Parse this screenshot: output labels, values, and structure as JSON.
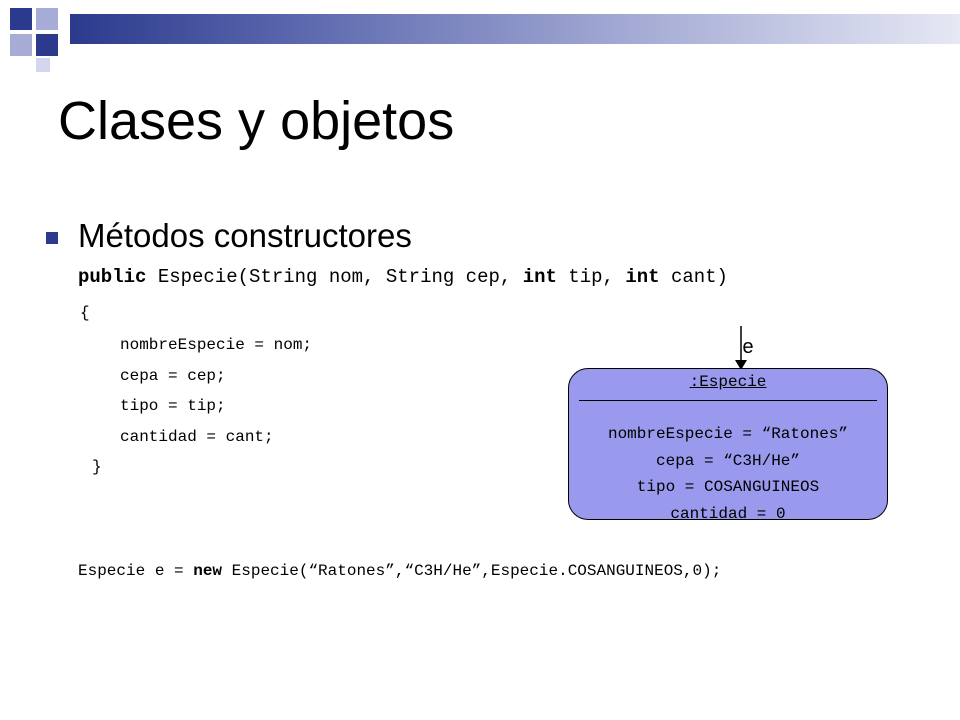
{
  "slide": {
    "title": "Clases y objetos",
    "bullet": "Métodos constructores"
  },
  "code": {
    "signature": {
      "kw_public": "public",
      "part1": " Especie(String nom, String cep, ",
      "kw_int1": "int",
      "part2": " tip, ",
      "kw_int2": "int",
      "part3": " cant)"
    },
    "open_brace": "{",
    "body": [
      "nombreEspecie = nom;",
      "cepa = cep;",
      "tipo = tip;",
      "cantidad = cant;"
    ],
    "close_brace": "}",
    "instantiation": {
      "part1": "Especie e = ",
      "kw_new": "new",
      "part2": " Especie(“Ratones”,“C3H/He”,Especie.COSANGUINEOS,0);"
    }
  },
  "object_diagram": {
    "reference": "e",
    "object_name": ":Especie",
    "attributes": [
      "nombreEspecie = “Ratones”",
      "cepa = “C3H/He”",
      "tipo = COSANGUINEOS",
      "cantidad = 0"
    ],
    "fill_color": "#9999ee"
  },
  "colors": {
    "accent": "#2b3a8c",
    "square_light": "#a7acd6"
  }
}
